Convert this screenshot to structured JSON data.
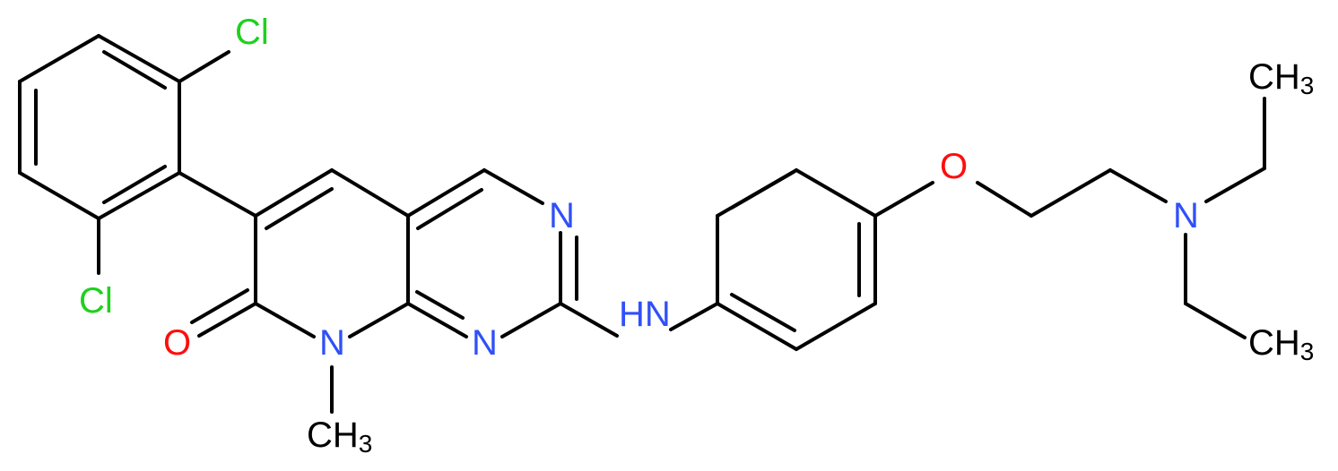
{
  "colors": {
    "bond": "#000000",
    "chlorine": "#1fd01f",
    "oxygen": "#ff0d0d",
    "nitrogen": "#3050f8",
    "carbon": "#000000",
    "background": "#ffffff"
  },
  "atoms": {
    "cl_top": {
      "symbol": "Cl",
      "sub": ""
    },
    "cl_bottom": {
      "symbol": "Cl",
      "sub": ""
    },
    "o_carbonyl": {
      "symbol": "O",
      "sub": ""
    },
    "n_ring": {
      "symbol": "N",
      "sub": ""
    },
    "ch3_n": {
      "symbol": "CH",
      "sub": "3"
    },
    "n_pyrimidine_upper": {
      "symbol": "N",
      "sub": ""
    },
    "n_pyrimidine_lower": {
      "symbol": "N",
      "sub": ""
    },
    "nh": {
      "symbol": "HN",
      "sub": ""
    },
    "o_ether": {
      "symbol": "O",
      "sub": ""
    },
    "n_amine": {
      "symbol": "N",
      "sub": ""
    },
    "ch3_top": {
      "symbol": "CH",
      "sub": "3"
    },
    "ch3_bottom": {
      "symbol": "CH",
      "sub": "3"
    }
  }
}
